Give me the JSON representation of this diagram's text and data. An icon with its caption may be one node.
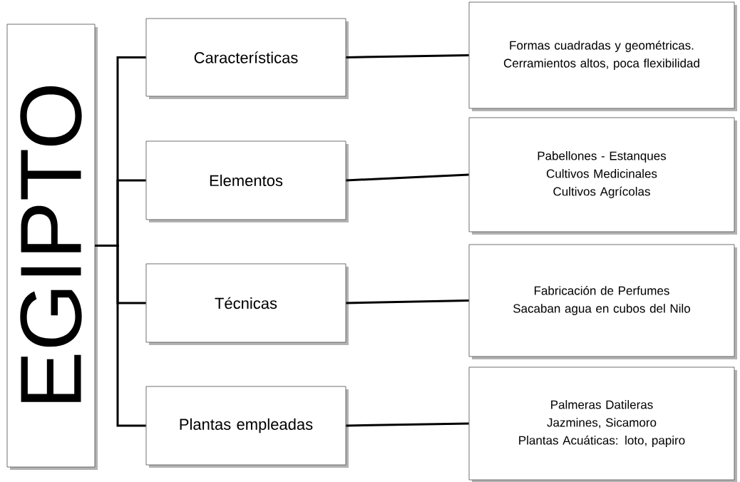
{
  "diagram": {
    "nodes": [
      {
        "text": [
          "EGIPTO"
        ]
      },
      {
        "text": [
          "Características"
        ]
      },
      {
        "text": [
          "Formas cuadradas y geométricas.",
          "Cerramientos altos, poca flexibilidad"
        ]
      },
      {
        "text": [
          "Elementos"
        ]
      },
      {
        "text": [
          "Pabellones - Estanques",
          "Cultivos Medicinales",
          "Cultivos Agrícolas"
        ]
      },
      {
        "text": [
          "Técnicas"
        ]
      },
      {
        "text": [
          "Fabricación de Perfumes",
          "Sacaban agua en cubos del Nilo"
        ]
      },
      {
        "text": [
          "Plantas empleadas"
        ]
      },
      {
        "text": [
          "Palmeras Datileras",
          "Jazmines, Sicamoro",
          "Plantas Acuáticas: loto, papiro"
        ]
      }
    ],
    "edges": [
      {
        "from": 0,
        "to": 1,
        "arrow": "none"
      },
      {
        "from": 0,
        "to": 3,
        "arrow": "none"
      },
      {
        "from": 0,
        "to": 5,
        "arrow": "none"
      },
      {
        "from": 0,
        "to": 7,
        "arrow": "none"
      },
      {
        "from": 1,
        "to": 2,
        "arrow": "none"
      },
      {
        "from": 3,
        "to": 4,
        "arrow": "none"
      },
      {
        "from": 5,
        "to": 6,
        "arrow": "none"
      },
      {
        "from": 7,
        "to": 8,
        "arrow": "none"
      }
    ]
  }
}
